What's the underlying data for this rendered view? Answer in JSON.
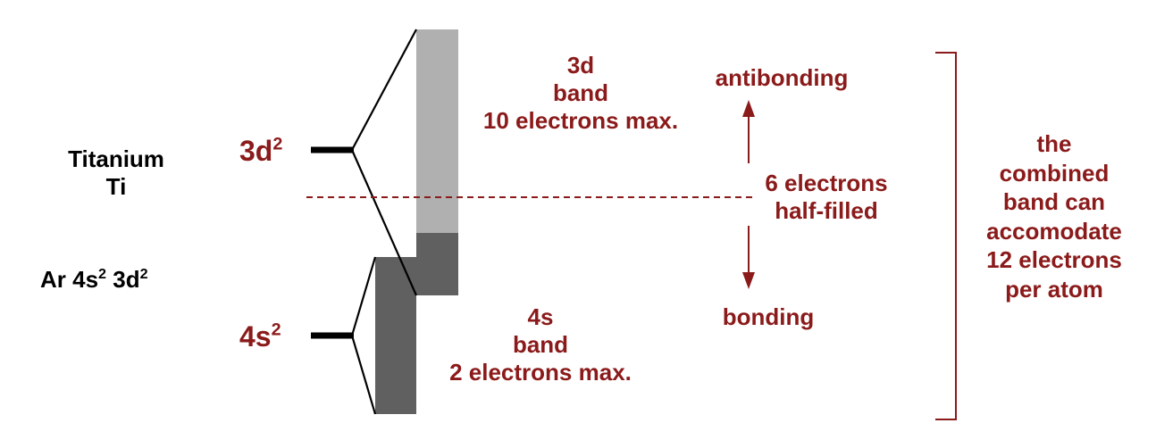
{
  "element": {
    "name": "Titanium",
    "symbol": "Ti"
  },
  "configuration": {
    "prefix": "Ar 4s",
    "s_exp": "2",
    "mid": " 3d",
    "d_exp": "2"
  },
  "levels": {
    "d": {
      "base": "3d",
      "exp": "2"
    },
    "s": {
      "base": "4s",
      "exp": "2"
    }
  },
  "bands": {
    "d": {
      "line1": "3d",
      "line2": "band",
      "line3": "10 electrons max."
    },
    "s": {
      "line1": "4s",
      "line2": "band",
      "line3": "2 electrons max."
    }
  },
  "axis": {
    "top": "antibonding",
    "middle_line1": "6 electrons",
    "middle_line2": "half-filled",
    "bottom": "bonding"
  },
  "bracket": {
    "line1": "the",
    "line2": "combined",
    "line3": "band can",
    "line4": "accomodate",
    "line5": "12 electrons",
    "line6": "per atom"
  },
  "colors": {
    "accent": "#8b1a1a",
    "d_band_empty": "#b0b0b0",
    "band_filled": "#606060",
    "text": "#000000"
  }
}
